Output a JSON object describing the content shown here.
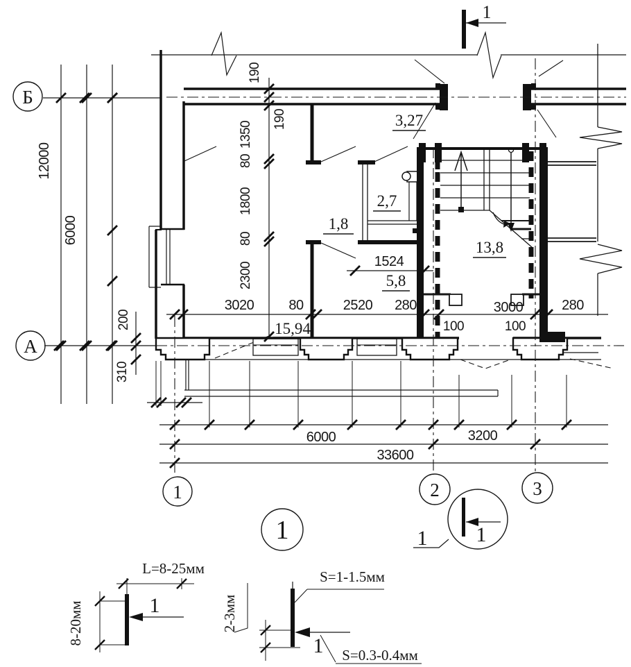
{
  "drawing": {
    "axis_row_labels": {
      "b": "Б",
      "a": "А"
    },
    "axis_col_labels": {
      "c1": "1",
      "c2": "2",
      "c3": "3"
    },
    "dims": {
      "v12000": "12000",
      "v6000": "6000",
      "v200": "200",
      "v310": "310",
      "w190a": "190",
      "w190b": "190",
      "w1350": "1350",
      "w80a": "80",
      "w1800": "1800",
      "w80b": "80",
      "w2300": "2300",
      "h3020": "3020",
      "h80": "80",
      "h2520": "2520",
      "h280a": "280",
      "h3000": "3000",
      "h280b": "280",
      "h100a": "100",
      "h100b": "100",
      "stair1524": "1524",
      "b6000": "6000",
      "b3200": "3200",
      "b33600": "33600"
    },
    "areas": {
      "hall": "3,27",
      "wc": "2,7",
      "corr": "1,8",
      "stair": "13,8",
      "lobby": "5,8",
      "room": "15,94"
    },
    "marks": {
      "section_top": "1",
      "section_detail": "1",
      "detail_callout": "1",
      "sheet": "1"
    },
    "legend": {
      "left_len": "L=8-25мм",
      "left_h": "8-20мм",
      "left_mark": "1",
      "right_thick": "S=1-1.5мм",
      "right_gap": "2-3мм",
      "right_mark": "1",
      "right_thin": "S=0.3-0.4мм"
    }
  }
}
